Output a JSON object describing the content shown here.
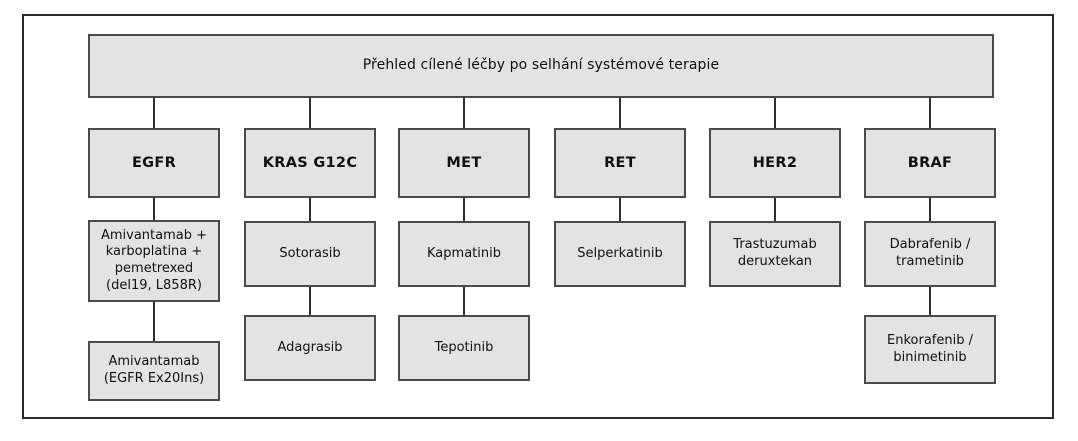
{
  "diagram": {
    "title_box": {
      "label": "Přehled cílené léčby po selhání systémové terapie"
    },
    "colors": {
      "node_fill": "#e3e3e3",
      "node_border": "#4a4a4a",
      "frame_border": "#2a2a2a",
      "connector": "#2f2f2f",
      "background": "#ffffff",
      "text": "#101010"
    },
    "columns": [
      {
        "gene": "EGFR",
        "treatments": [
          "Amivantamab +\nkarboplatina +\npemetrexed\n(del19, L858R)",
          "Amivantamab\n(EGFR Ex20Ins)"
        ]
      },
      {
        "gene": "KRAS G12C",
        "treatments": [
          "Sotorasib",
          "Adagrasib"
        ]
      },
      {
        "gene": "MET",
        "treatments": [
          "Kapmatinib",
          "Tepotinib"
        ]
      },
      {
        "gene": "RET",
        "treatments": [
          "Selperkatinib"
        ]
      },
      {
        "gene": "HER2",
        "treatments": [
          "Trastuzumab\nderuxtekan"
        ]
      },
      {
        "gene": "BRAF",
        "treatments": [
          "Dabrafenib /\ntrametinib",
          "Enkorafenib /\nbinimetinib"
        ]
      }
    ]
  }
}
